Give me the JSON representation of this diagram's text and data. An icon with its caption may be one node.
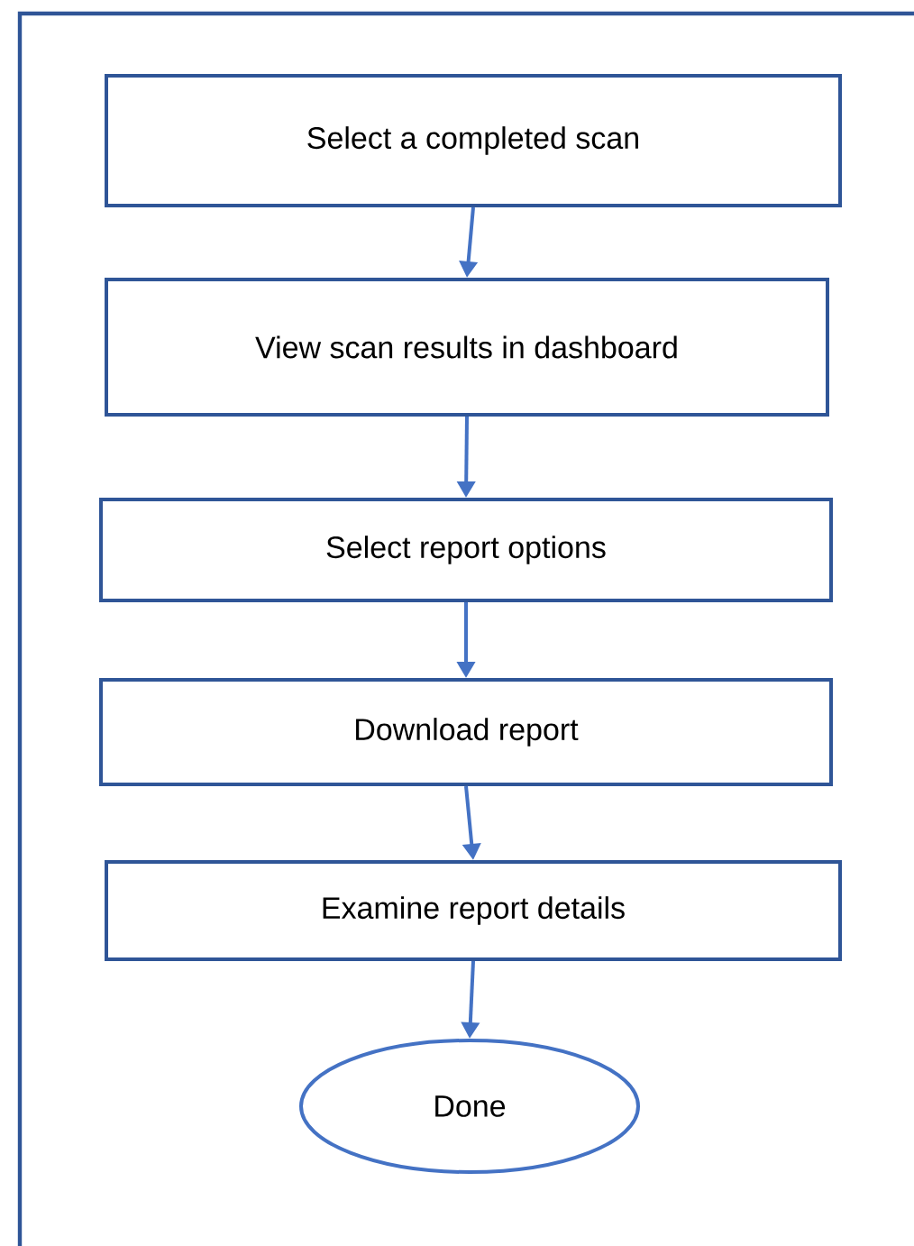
{
  "diagram": {
    "nodes": [
      {
        "text": [
          "Select a completed scan"
        ]
      },
      {
        "text": [
          "View scan results in dashboard"
        ]
      },
      {
        "text": [
          "Select report options"
        ]
      },
      {
        "text": [
          "Download report"
        ]
      },
      {
        "text": [
          "Examine report details"
        ]
      },
      {
        "text": [
          "Done"
        ]
      }
    ],
    "edges": [
      {
        "from": 0,
        "to": 1,
        "arrow": "to"
      },
      {
        "from": 1,
        "to": 2,
        "arrow": "to"
      },
      {
        "from": 2,
        "to": 3,
        "arrow": "to"
      },
      {
        "from": 3,
        "to": 4,
        "arrow": "to"
      },
      {
        "from": 4,
        "to": 5,
        "arrow": "to"
      }
    ]
  }
}
